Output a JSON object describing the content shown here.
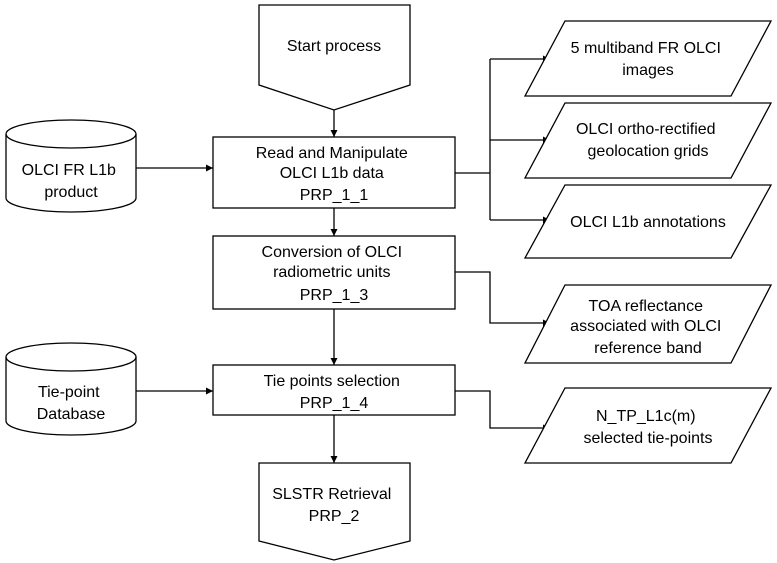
{
  "diagram": {
    "start": {
      "lines": [
        "Start process"
      ]
    },
    "read": {
      "lines": [
        "Read and Manipulate",
        "OLCI L1b data",
        "PRP_1_1"
      ]
    },
    "conversion": {
      "lines": [
        "Conversion of OLCI",
        "radiometric units",
        "PRP_1_3"
      ]
    },
    "tiepoints": {
      "lines": [
        "Tie points selection",
        "PRP_1_4"
      ]
    },
    "slstr": {
      "lines": [
        "SLSTR Retrieval",
        "PRP_2"
      ]
    },
    "olci_product": {
      "lines": [
        "OLCI FR L1b",
        "product"
      ]
    },
    "tiepoint_db": {
      "lines": [
        "Tie-point",
        "Database"
      ]
    },
    "out_images": {
      "lines": [
        "5 multiband FR OLCI",
        "images"
      ]
    },
    "out_grids": {
      "lines": [
        "OLCI ortho-rectified",
        "geolocation grids"
      ]
    },
    "out_annotations": {
      "lines": [
        "OLCI L1b annotations"
      ]
    },
    "out_toa": {
      "lines": [
        "TOA reflectance",
        "associated with OLCI",
        "reference band"
      ]
    },
    "out_tp": {
      "lines": [
        "N_TP_L1c(m)",
        "selected tie-points"
      ]
    }
  }
}
